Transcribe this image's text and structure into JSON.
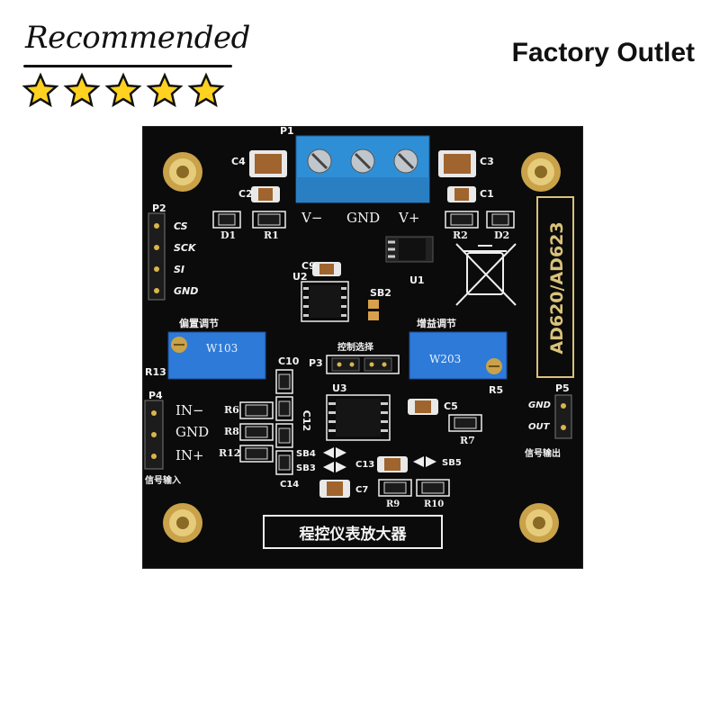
{
  "badge": {
    "recommended_text": "Recommended",
    "star_count": 5,
    "star_color": "#ffd21f"
  },
  "header": {
    "factory_outlet": "Factory Outlet"
  },
  "board": {
    "colors": {
      "pcb": "#0b0b0b",
      "silk": "#f2f2f2",
      "terminal": "#2f8fd6",
      "pot": "#2d7ad8",
      "brass": "#c9a24a",
      "header_gold": "#d8b64a"
    },
    "title": "程控仪表放大器",
    "vertical_label": "AD620/AD623",
    "terminal": {
      "ref": "P1",
      "labels": [
        "V−",
        "GND",
        "V+"
      ]
    },
    "p2": {
      "ref": "P2",
      "pins": [
        "CS",
        "SCK",
        "SI",
        "GND"
      ]
    },
    "p4": {
      "ref": "P4",
      "pins": [
        "IN−",
        "GND",
        "IN+"
      ],
      "caption": "信号输入"
    },
    "p5": {
      "ref": "P5",
      "pins": [
        "GND",
        "OUT"
      ],
      "caption": "信号输出"
    },
    "p3": {
      "ref": "P3",
      "caption": "控制选择"
    },
    "pot_left": {
      "ref": "R13",
      "caption": "偏置调节",
      "marking": "W103"
    },
    "pot_right": {
      "ref": "R5",
      "caption": "增益调节",
      "marking": "W203"
    },
    "refs": {
      "c4": "C4",
      "c2": "C2",
      "c3": "C3",
      "c1": "C1",
      "d1": "D1",
      "r1": "R1",
      "r2": "R2",
      "d2": "D2",
      "u1": "U1",
      "u2": "U2",
      "u3": "U3",
      "c9": "C9",
      "sb2": "SB2",
      "c10": "C10",
      "c12": "C12",
      "r6": "R6",
      "r8": "R8",
      "r12": "R12",
      "c5": "C5",
      "r7": "R7",
      "sb4": "SB4",
      "sb3": "SB3",
      "c13": "C13",
      "sb5": "SB5",
      "c14": "C14",
      "c7": "C7",
      "r9": "R9",
      "r10": "R10"
    }
  }
}
